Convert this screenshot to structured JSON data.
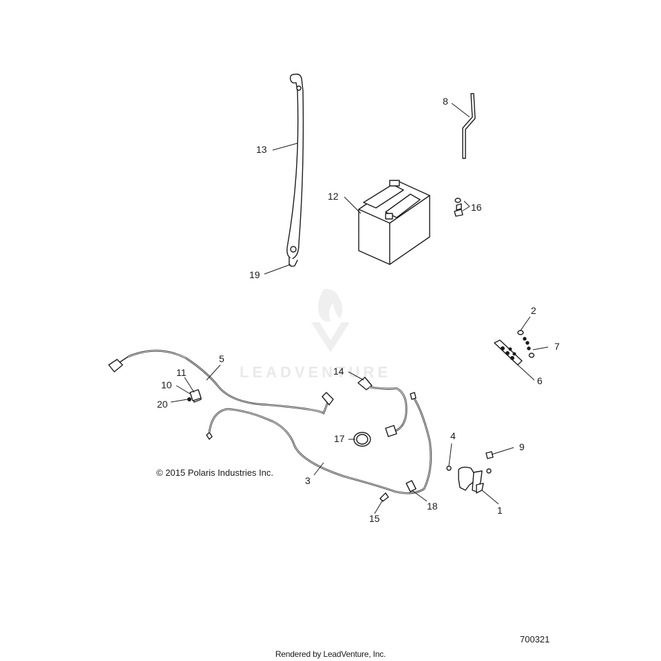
{
  "watermark": {
    "brand": "LEADVENTURE"
  },
  "copyright": "© 2015 Polaris Industries Inc.",
  "diagram_id": "700321",
  "rendered_by": "Rendered by LeadVenture, Inc.",
  "callouts": [
    "1",
    "2",
    "3",
    "4",
    "5",
    "6",
    "7",
    "8",
    "9",
    "10",
    "11",
    "12",
    "13",
    "14",
    "15",
    "16",
    "17",
    "18",
    "19",
    "20"
  ]
}
